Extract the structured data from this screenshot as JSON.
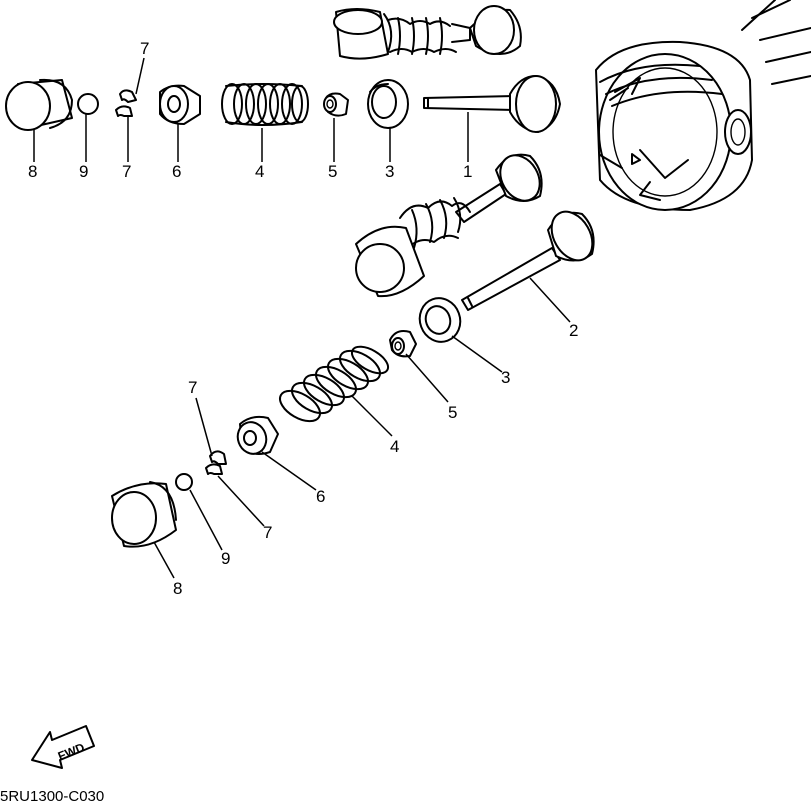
{
  "diagram": {
    "code": "5RU1300-C030",
    "fwd_label": "FWD",
    "labels": {
      "top_1": "1",
      "top_3": "3",
      "top_5": "5",
      "top_4": "4",
      "top_6": "6",
      "top_7a": "7",
      "top_7b": "7",
      "top_9": "9",
      "top_8": "8",
      "low_2": "2",
      "low_3": "3",
      "low_5": "5",
      "low_4": "4",
      "low_6": "6",
      "low_7a": "7",
      "low_7b": "7",
      "low_9": "9",
      "low_8": "8"
    }
  }
}
